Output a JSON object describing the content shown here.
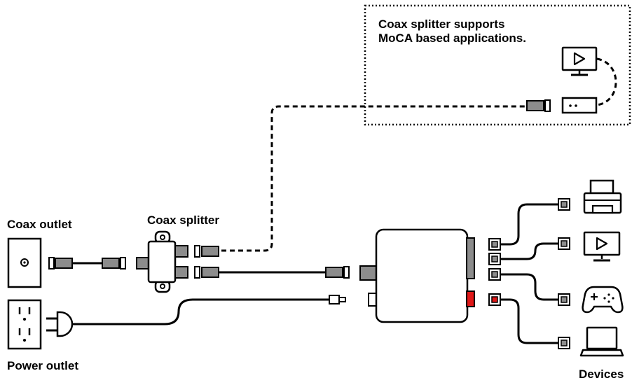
{
  "labels": {
    "moca_note_line1": "Coax splitter supports",
    "moca_note_line2": "MoCA based applications.",
    "coax_outlet": "Coax outlet",
    "coax_splitter": "Coax splitter",
    "power_outlet": "Power outlet",
    "devices": "Devices"
  },
  "icons": {
    "coax_outlet": "coax-wall-outlet-icon",
    "power_outlet": "electrical-outlet-icon",
    "splitter": "coax-splitter-icon",
    "router": "router-box-icon",
    "tv_top": "tv-play-icon",
    "set_top_box": "set-top-box-icon",
    "printer": "printer-icon",
    "tv": "tv-play-icon",
    "gamepad": "gamepad-icon",
    "laptop": "laptop-icon"
  },
  "colors": {
    "line": "#000000",
    "connector": "#8c8c8c",
    "status_port": "#e01818"
  }
}
